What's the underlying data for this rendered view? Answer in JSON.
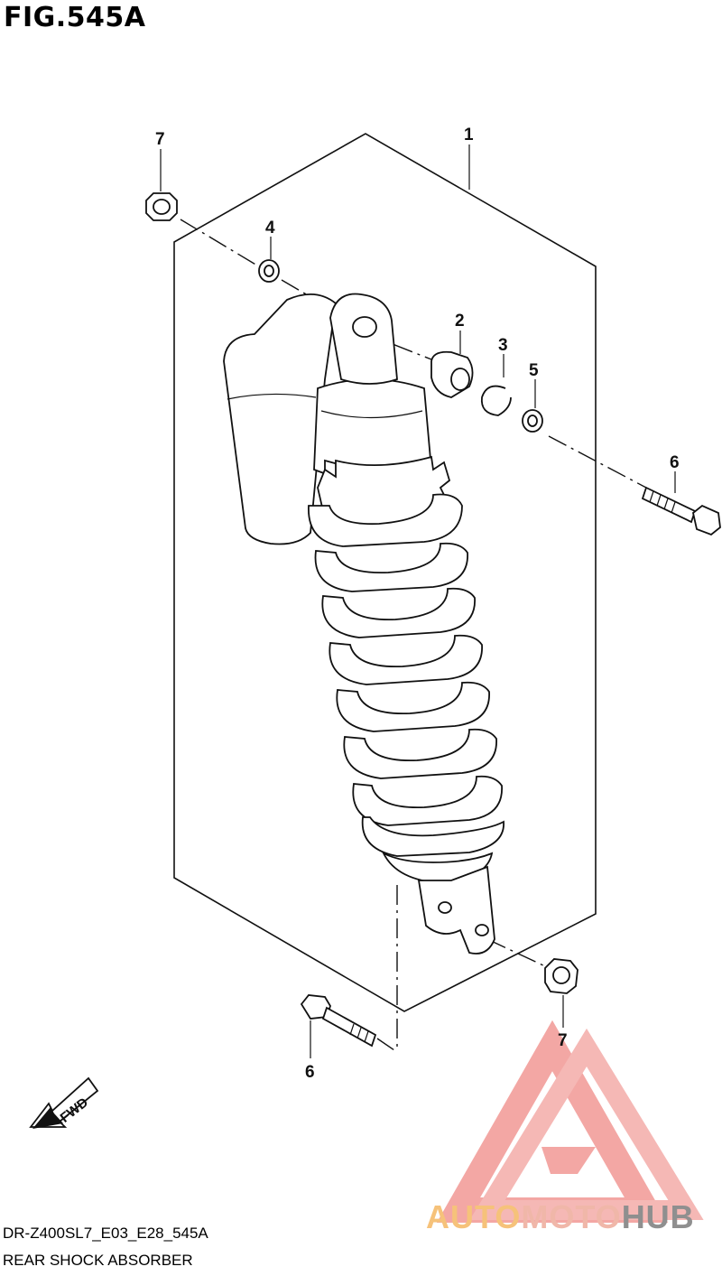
{
  "figure": {
    "title": "FIG.545A"
  },
  "callouts": [
    {
      "id": "1",
      "label": "1"
    },
    {
      "id": "2",
      "label": "2"
    },
    {
      "id": "3",
      "label": "3"
    },
    {
      "id": "4",
      "label": "4"
    },
    {
      "id": "5",
      "label": "5"
    },
    {
      "id": "6a",
      "label": "6"
    },
    {
      "id": "6b",
      "label": "6"
    },
    {
      "id": "7a",
      "label": "7"
    },
    {
      "id": "7b",
      "label": "7"
    }
  ],
  "direction": {
    "label": "FWD"
  },
  "footer": {
    "code": "DR-Z400SL7_E03_E28_545A",
    "name": "REAR SHOCK ABSORBER"
  },
  "watermark": {
    "part1": "AUTO",
    "part2": "MOTO",
    "part3": "HUB",
    "colors": {
      "auto": "#f6c27a",
      "moto": "#f0b7a9",
      "hub": "#8f8f8f",
      "logo": "#ef8a86"
    }
  }
}
